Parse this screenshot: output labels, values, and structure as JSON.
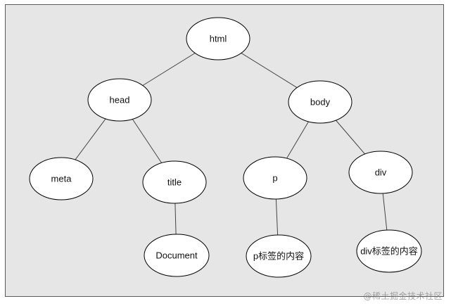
{
  "diagram": {
    "nodes": [
      {
        "id": "html",
        "label": "html"
      },
      {
        "id": "head",
        "label": "head"
      },
      {
        "id": "body",
        "label": "body"
      },
      {
        "id": "meta",
        "label": "meta"
      },
      {
        "id": "title",
        "label": "title"
      },
      {
        "id": "p",
        "label": "p"
      },
      {
        "id": "div",
        "label": "div"
      },
      {
        "id": "document",
        "label": "Document"
      },
      {
        "id": "p-content",
        "label": "p标签的内容"
      },
      {
        "id": "div-content",
        "label": "div标签的内容"
      }
    ],
    "edges": [
      [
        "html",
        "head"
      ],
      [
        "html",
        "body"
      ],
      [
        "head",
        "meta"
      ],
      [
        "head",
        "title"
      ],
      [
        "body",
        "p"
      ],
      [
        "body",
        "div"
      ],
      [
        "title",
        "document"
      ],
      [
        "p",
        "p-content"
      ],
      [
        "div",
        "div-content"
      ]
    ],
    "colors": {
      "frame_fill": "#e6e6e6",
      "frame_stroke": "#5a5a5a",
      "node_fill": "#ffffff",
      "node_stroke": "#000000",
      "edge": "#444444"
    }
  },
  "watermark": "@稀土掘金技术社区"
}
